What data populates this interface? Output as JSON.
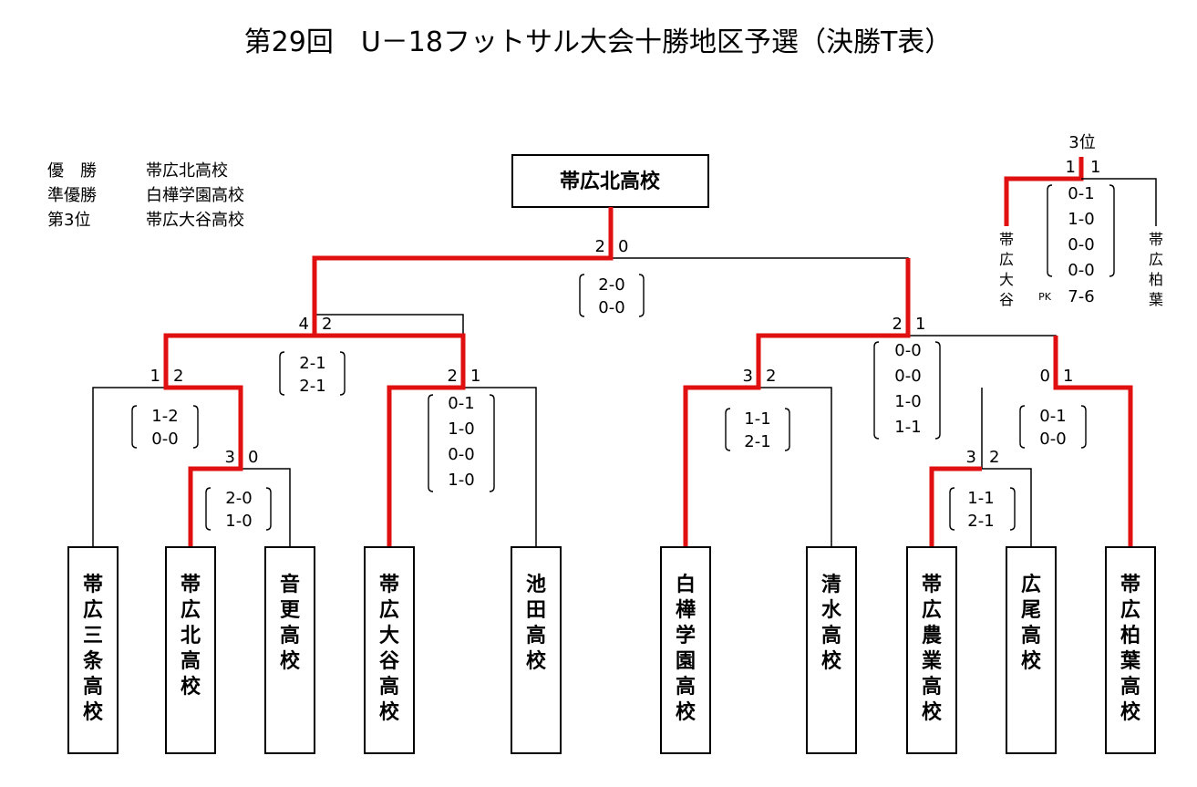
{
  "title": "第29回　U－18フットサル大会十勝地区予選（決勝T表）",
  "results": [
    {
      "rank": "優　勝",
      "team": "帯広北高校"
    },
    {
      "rank": "準優勝",
      "team": "白樺学園高校"
    },
    {
      "rank": "第3位",
      "team": "帯広大谷高校"
    }
  ],
  "champion": "帯広北高校",
  "teams": [
    "帯広三条高校",
    "帯広北高校",
    "音更高校",
    "帯広大谷高校",
    "池田高校",
    "白樺学園高校",
    "清水高校",
    "帯広農業高校",
    "広尾高校",
    "帯広柏葉高校"
  ],
  "matches": {
    "final": {
      "left": "2",
      "right": "0",
      "halves": [
        "2-0",
        "0-0"
      ]
    },
    "semi_left": {
      "left": "4",
      "right": "2",
      "halves": [
        "2-1",
        "2-1"
      ]
    },
    "semi_right": {
      "left": "2",
      "right": "1",
      "halves": [
        "0-0",
        "0-0",
        "1-0",
        "1-1"
      ]
    },
    "qf1": {
      "left": "1",
      "right": "2",
      "halves": [
        "1-2",
        "0-0"
      ]
    },
    "qf2": {
      "left": "2",
      "right": "1",
      "halves": [
        "0-1",
        "1-0",
        "0-0",
        "1-0"
      ]
    },
    "qf3": {
      "left": "3",
      "right": "2",
      "halves": [
        "1-1",
        "2-1"
      ]
    },
    "qf4": {
      "left": "0",
      "right": "1",
      "halves": [
        "0-1",
        "0-0"
      ]
    },
    "r1_left": {
      "left": "3",
      "right": "0",
      "halves": [
        "2-0",
        "1-0"
      ]
    },
    "r1_right": {
      "left": "3",
      "right": "2",
      "halves": [
        "1-1",
        "2-1"
      ]
    }
  },
  "third_place": {
    "label": "3位",
    "left_score": "1",
    "right_score": "1",
    "halves": [
      "0-1",
      "1-0",
      "0-0",
      "0-0"
    ],
    "pk_label": "PK",
    "pk_score": "7-6",
    "left_team": "帯広大谷",
    "right_team": "帯広柏葉"
  },
  "colors": {
    "winner_line": "#e01010",
    "line": "#000000"
  }
}
